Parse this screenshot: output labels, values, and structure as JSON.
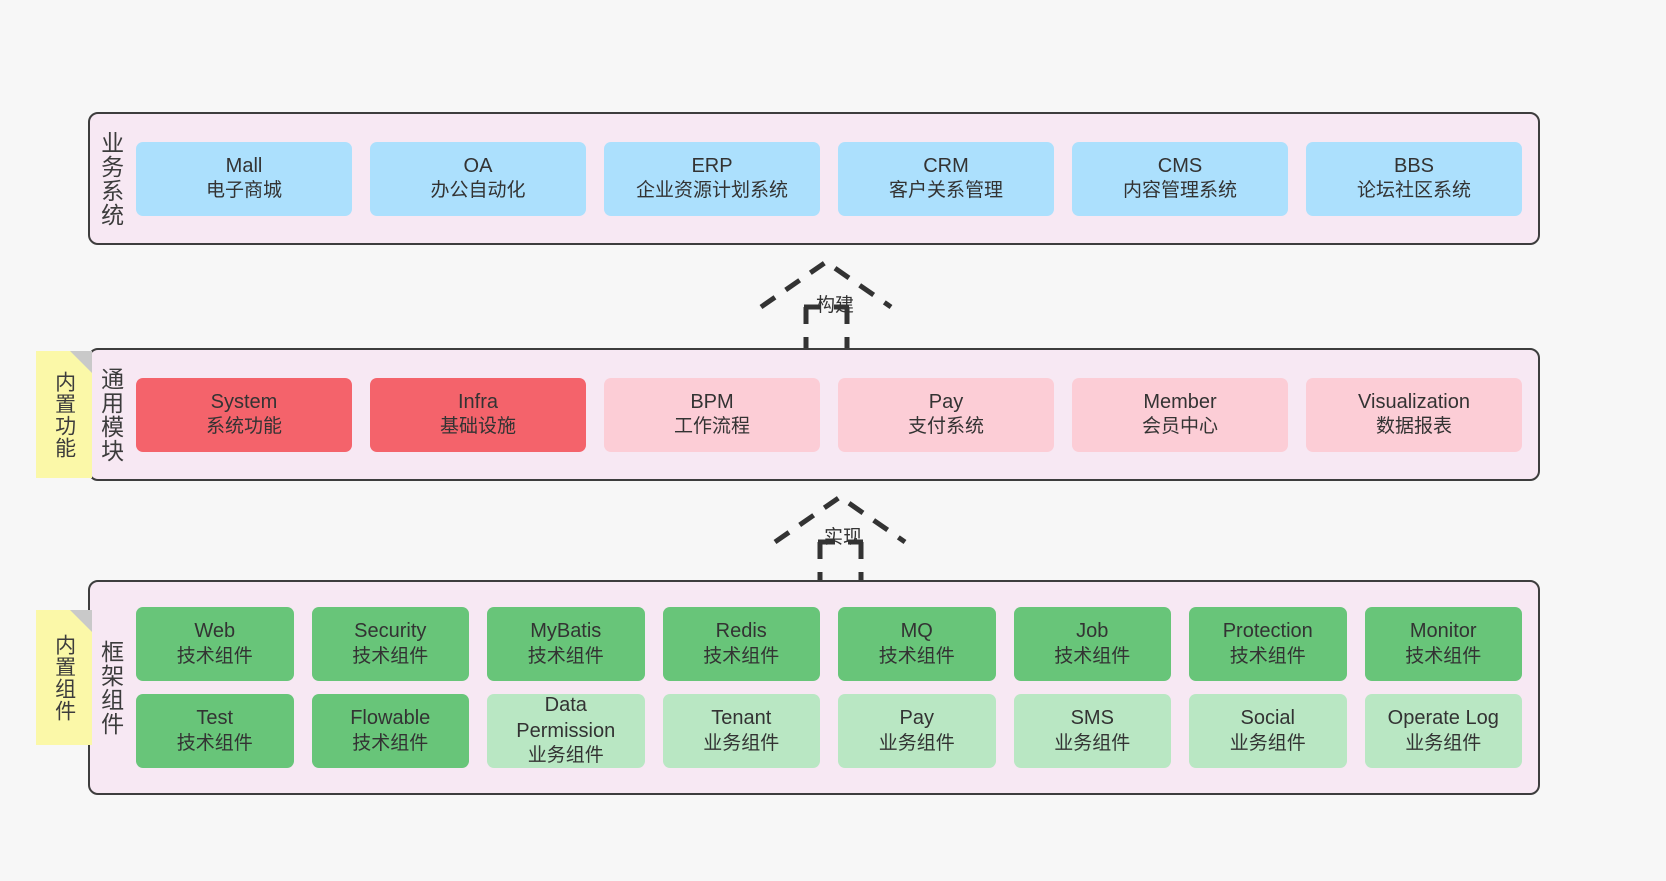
{
  "diagram": {
    "background_color": "#f7f7f7",
    "container_fill": "#f7e8f3",
    "container_border": "#3d3d3d",
    "note_fill": "#fbf8a8"
  },
  "notes": [
    {
      "label": "内置功能",
      "name": "builtin-function"
    },
    {
      "label": "内置组件",
      "name": "builtin-component"
    }
  ],
  "connectors": [
    {
      "label": "构建",
      "name": "build",
      "style": "uml-realization-dashed"
    },
    {
      "label": "实现",
      "name": "impl",
      "style": "uml-realization-dashed"
    }
  ],
  "layers": [
    {
      "name": "business-system",
      "label": "业务系统",
      "accent": "#ace0fd",
      "rows": [
        [
          {
            "title": "Mall",
            "subtitle": "电子商城",
            "color": "blue"
          },
          {
            "title": "OA",
            "subtitle": "办公自动化",
            "color": "blue"
          },
          {
            "title": "ERP",
            "subtitle": "企业资源计划系统",
            "color": "blue"
          },
          {
            "title": "CRM",
            "subtitle": "客户关系管理",
            "color": "blue"
          },
          {
            "title": "CMS",
            "subtitle": "内容管理系统",
            "color": "blue"
          },
          {
            "title": "BBS",
            "subtitle": "论坛社区系统",
            "color": "blue"
          }
        ]
      ]
    },
    {
      "name": "common-module",
      "label": "通用模块",
      "accent": "#f4636b",
      "rows": [
        [
          {
            "title": "System",
            "subtitle": "系统功能",
            "color": "red"
          },
          {
            "title": "Infra",
            "subtitle": "基础设施",
            "color": "red"
          },
          {
            "title": "BPM",
            "subtitle": "工作流程",
            "color": "pink"
          },
          {
            "title": "Pay",
            "subtitle": "支付系统",
            "color": "pink"
          },
          {
            "title": "Member",
            "subtitle": "会员中心",
            "color": "pink"
          },
          {
            "title": "Visualization",
            "subtitle": "数据报表",
            "color": "pink"
          }
        ]
      ]
    },
    {
      "name": "framework-component",
      "label": "框架组件",
      "accent": "#68c579",
      "rows": [
        [
          {
            "title": "Web",
            "subtitle": "技术组件",
            "color": "green"
          },
          {
            "title": "Security",
            "subtitle": "技术组件",
            "color": "green"
          },
          {
            "title": "MyBatis",
            "subtitle": "技术组件",
            "color": "green"
          },
          {
            "title": "Redis",
            "subtitle": "技术组件",
            "color": "green"
          },
          {
            "title": "MQ",
            "subtitle": "技术组件",
            "color": "green"
          },
          {
            "title": "Job",
            "subtitle": "技术组件",
            "color": "green"
          },
          {
            "title": "Protection",
            "subtitle": "技术组件",
            "color": "green"
          },
          {
            "title": "Monitor",
            "subtitle": "技术组件",
            "color": "green"
          }
        ],
        [
          {
            "title": "Test",
            "subtitle": "技术组件",
            "color": "green"
          },
          {
            "title": "Flowable",
            "subtitle": "技术组件",
            "color": "green"
          },
          {
            "title": "Data Permission",
            "subtitle": "业务组件",
            "color": "lightgreen"
          },
          {
            "title": "Tenant",
            "subtitle": "业务组件",
            "color": "lightgreen"
          },
          {
            "title": "Pay",
            "subtitle": "业务组件",
            "color": "lightgreen"
          },
          {
            "title": "SMS",
            "subtitle": "业务组件",
            "color": "lightgreen"
          },
          {
            "title": "Social",
            "subtitle": "业务组件",
            "color": "lightgreen"
          },
          {
            "title": "Operate Log",
            "subtitle": "业务组件",
            "color": "lightgreen"
          }
        ]
      ]
    }
  ]
}
